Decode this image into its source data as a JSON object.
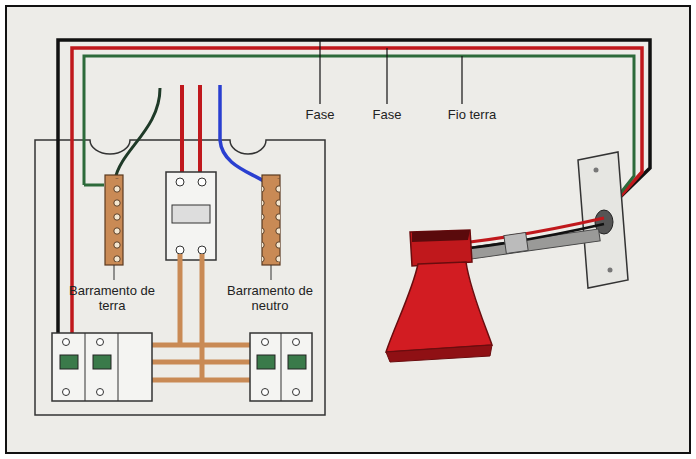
{
  "diagram": {
    "labels": [
      "Fase",
      "Fase",
      "Fio terra",
      "Barramento de terra",
      "Barramento de neutro"
    ]
  }
}
